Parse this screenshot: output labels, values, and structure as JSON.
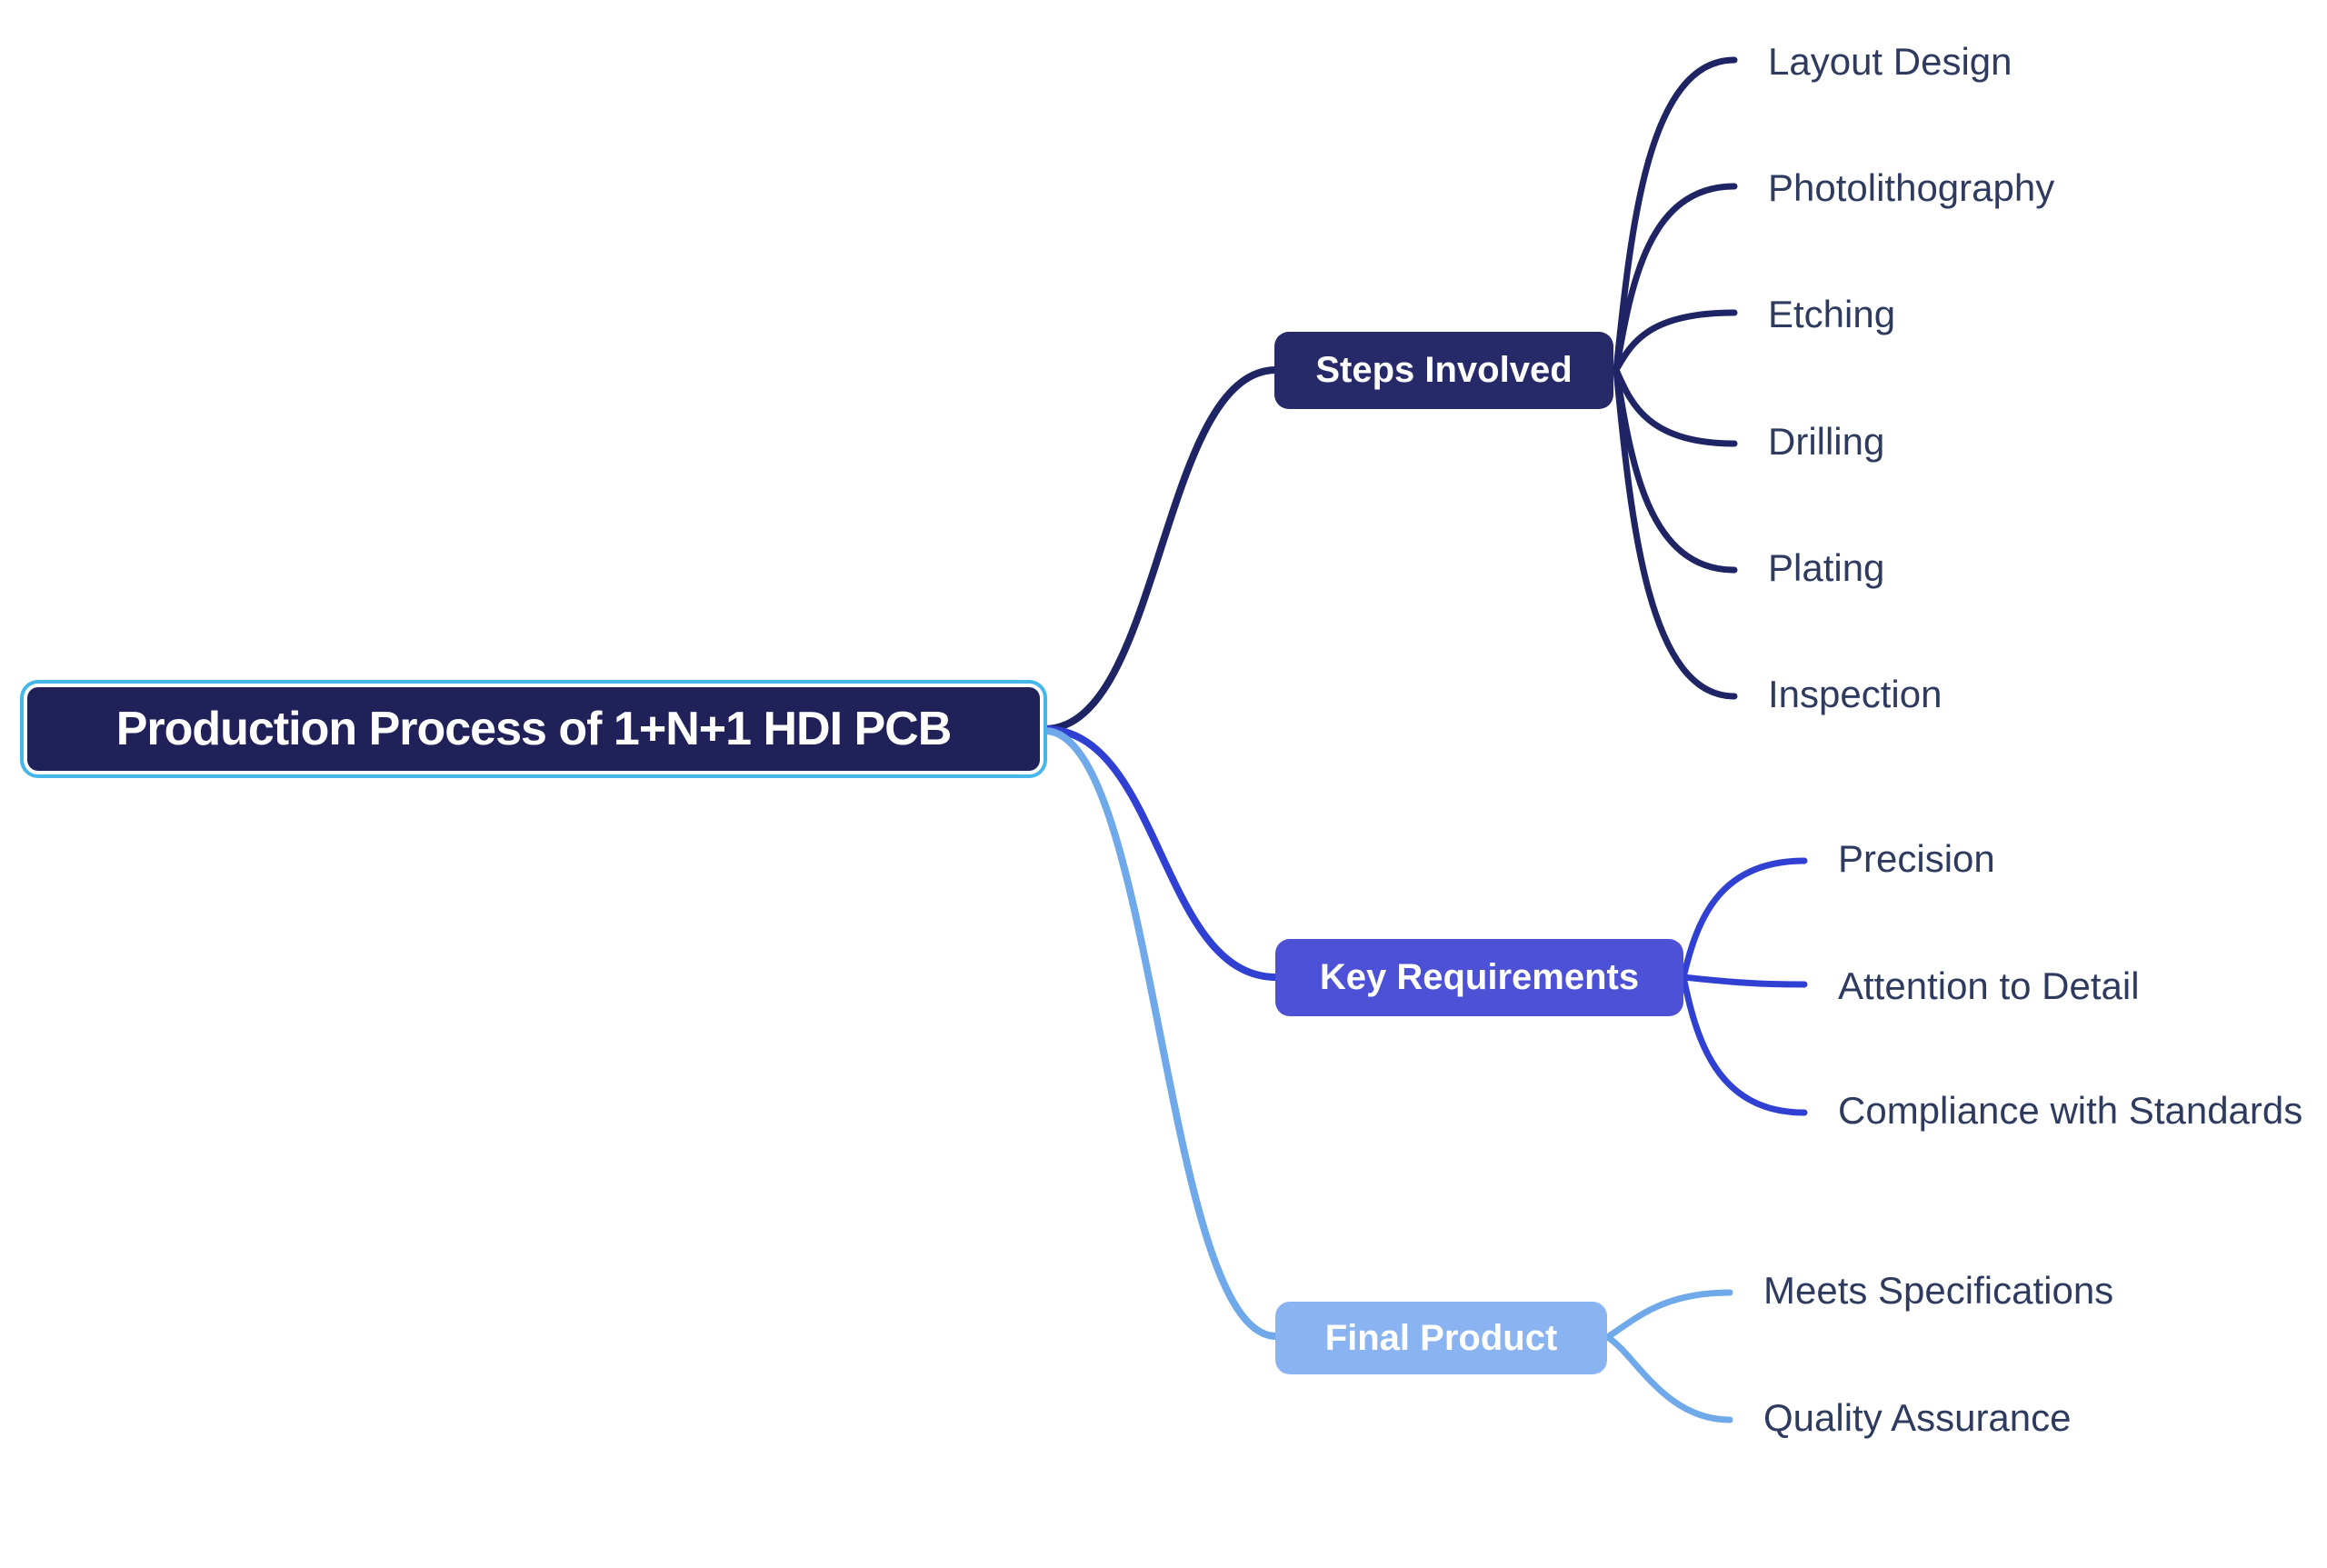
{
  "colors": {
    "background": "#ffffff",
    "root_fill": "#21215a",
    "root_border": "#45b7ea",
    "steps_fill": "#272a68",
    "keyreq_fill": "#4d51d6",
    "final_fill": "#8ab3f2",
    "line_steps": "#1e2464",
    "line_keyreq": "#3040d2",
    "line_final": "#6fa9ea",
    "node_text": "#ffffff",
    "leaf_text": "#2e3b5e"
  },
  "mindmap": {
    "root": {
      "label": "Production Process of 1+N+1 HDI PCB"
    },
    "branches": [
      {
        "label": "Steps Involved",
        "children": [
          "Layout Design",
          "Photolithography",
          "Etching",
          "Drilling",
          "Plating",
          "Inspection"
        ]
      },
      {
        "label": "Key Requirements",
        "children": [
          "Precision",
          "Attention to Detail",
          "Compliance with Standards"
        ]
      },
      {
        "label": "Final Product",
        "children": [
          "Meets Specifications",
          "Quality Assurance"
        ]
      }
    ]
  }
}
